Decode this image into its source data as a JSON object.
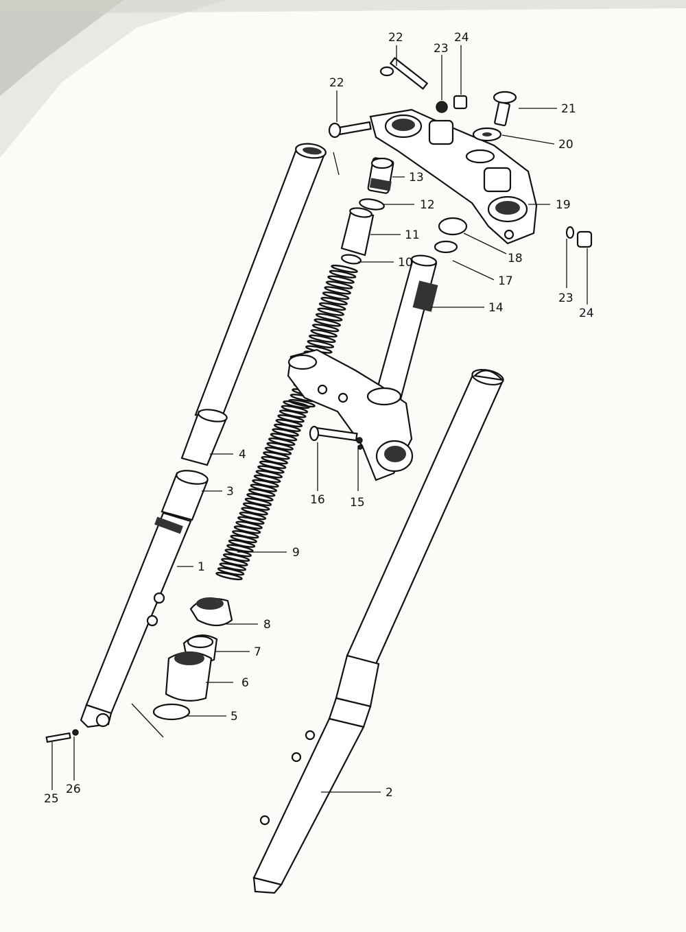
{
  "diagram": {
    "parts": [
      {
        "id": "p1",
        "label": "1"
      },
      {
        "id": "p2",
        "label": "2"
      },
      {
        "id": "p3",
        "label": "3"
      },
      {
        "id": "p4",
        "label": "4"
      },
      {
        "id": "p5",
        "label": "5"
      },
      {
        "id": "p6",
        "label": "6"
      },
      {
        "id": "p7",
        "label": "7"
      },
      {
        "id": "p8",
        "label": "8"
      },
      {
        "id": "p9",
        "label": "9"
      },
      {
        "id": "p10",
        "label": "10"
      },
      {
        "id": "p11",
        "label": "11"
      },
      {
        "id": "p12",
        "label": "12"
      },
      {
        "id": "p13",
        "label": "13"
      },
      {
        "id": "p14",
        "label": "14"
      },
      {
        "id": "p15",
        "label": "15"
      },
      {
        "id": "p16",
        "label": "16"
      },
      {
        "id": "p17",
        "label": "17"
      },
      {
        "id": "p18",
        "label": "18"
      },
      {
        "id": "p19",
        "label": "19"
      },
      {
        "id": "p20",
        "label": "20"
      },
      {
        "id": "p21",
        "label": "21"
      },
      {
        "id": "p22a",
        "label": "22"
      },
      {
        "id": "p22b",
        "label": "22"
      },
      {
        "id": "p23a",
        "label": "23"
      },
      {
        "id": "p23b",
        "label": "23"
      },
      {
        "id": "p24a",
        "label": "24"
      },
      {
        "id": "p24b",
        "label": "24"
      },
      {
        "id": "p25",
        "label": "25"
      },
      {
        "id": "p26",
        "label": "26"
      }
    ]
  }
}
